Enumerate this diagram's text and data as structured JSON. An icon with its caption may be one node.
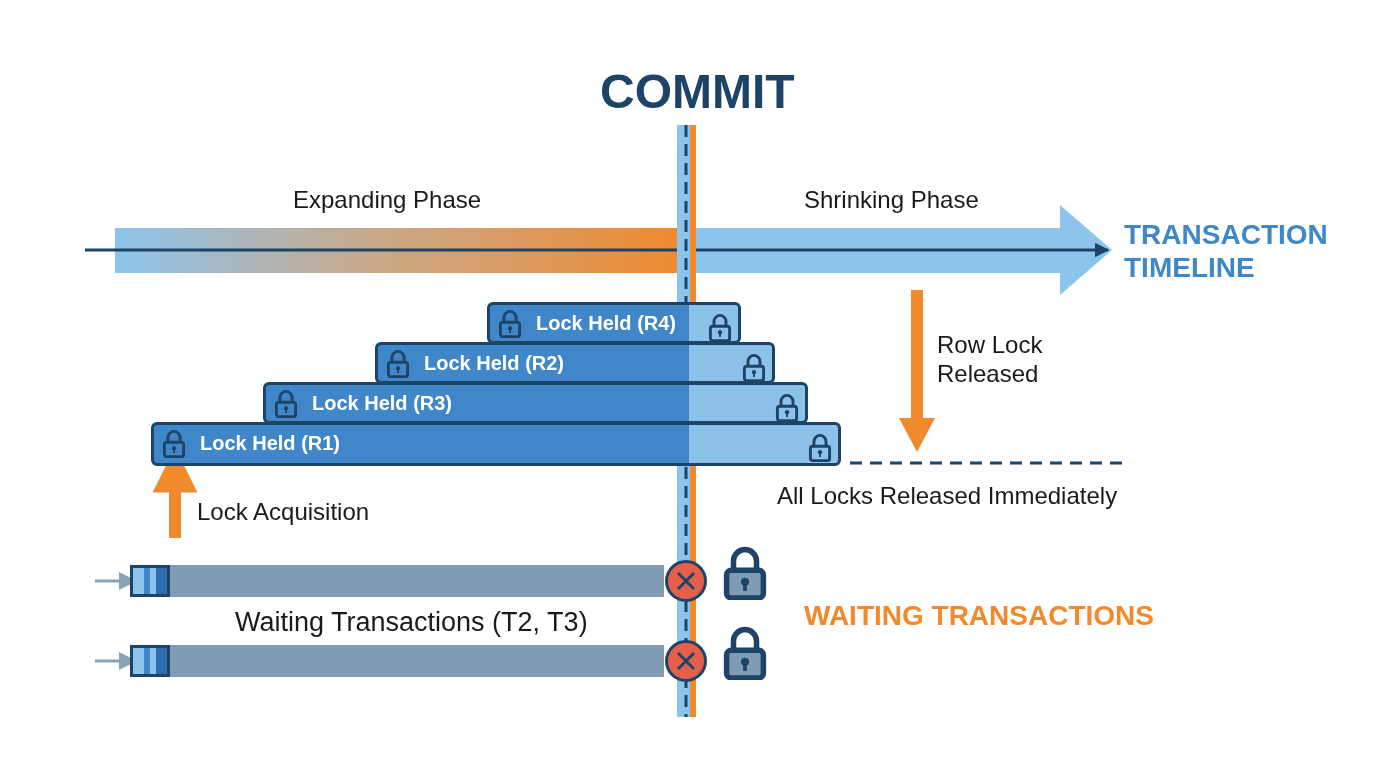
{
  "diagram": {
    "title": "COMMIT",
    "nodes": [
      {
        "text": [
          "Lock Held (R4)"
        ]
      },
      {
        "text": [
          "Lock Held (R2)"
        ]
      },
      {
        "text": [
          "Lock Held (R3)"
        ]
      },
      {
        "text": [
          "Lock Held (R1)"
        ]
      },
      {
        "text": [],
        "shape": "bar"
      },
      {
        "text": [],
        "shape": "bar"
      }
    ],
    "edges": [
      {
        "from": null,
        "to": 4,
        "arrow": "to"
      },
      {
        "from": null,
        "to": 5,
        "arrow": "to"
      },
      {
        "from": null,
        "to": 3,
        "arrow": "to",
        "label": "Lock Acquisition",
        "style": "thick",
        "color": "#f08a2c"
      }
    ],
    "labels": [
      "Expanding Phase",
      "Shrinking Phase",
      "TRANSACTION TIMELINE",
      "Row Lock Released",
      "All Locks Released Immediately",
      "Waiting Transactions (T2, T3)",
      "WAITING TRANSACTIONS"
    ]
  }
}
